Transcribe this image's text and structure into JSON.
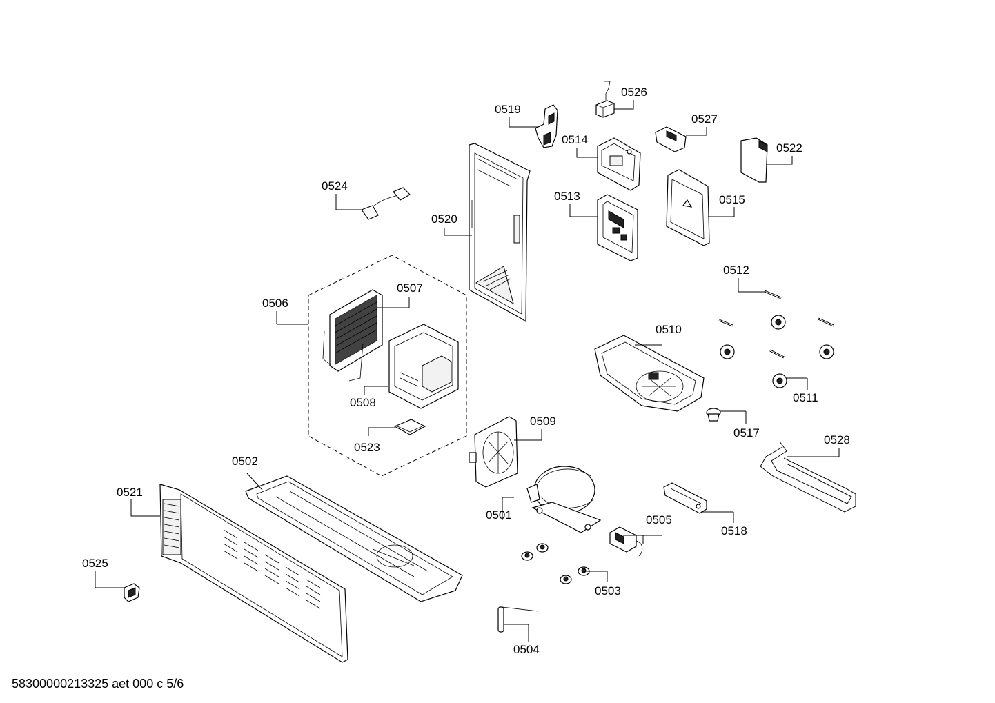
{
  "footer_text": "58300000213325 aet 000 c 5/6",
  "labels": {
    "p0501": "0501",
    "p0502": "0502",
    "p0503": "0503",
    "p0504": "0504",
    "p0505": "0505",
    "p0506": "0506",
    "p0507": "0507",
    "p0508": "0508",
    "p0509": "0509",
    "p0510": "0510",
    "p0511": "0511",
    "p0512": "0512",
    "p0513": "0513",
    "p0514": "0514",
    "p0515": "0515",
    "p0517": "0517",
    "p0518": "0518",
    "p0519": "0519",
    "p0520": "0520",
    "p0521": "0521",
    "p0522": "0522",
    "p0523": "0523",
    "p0524": "0524",
    "p0525": "0525",
    "p0526": "0526",
    "p0527": "0527",
    "p0528": "0528"
  }
}
